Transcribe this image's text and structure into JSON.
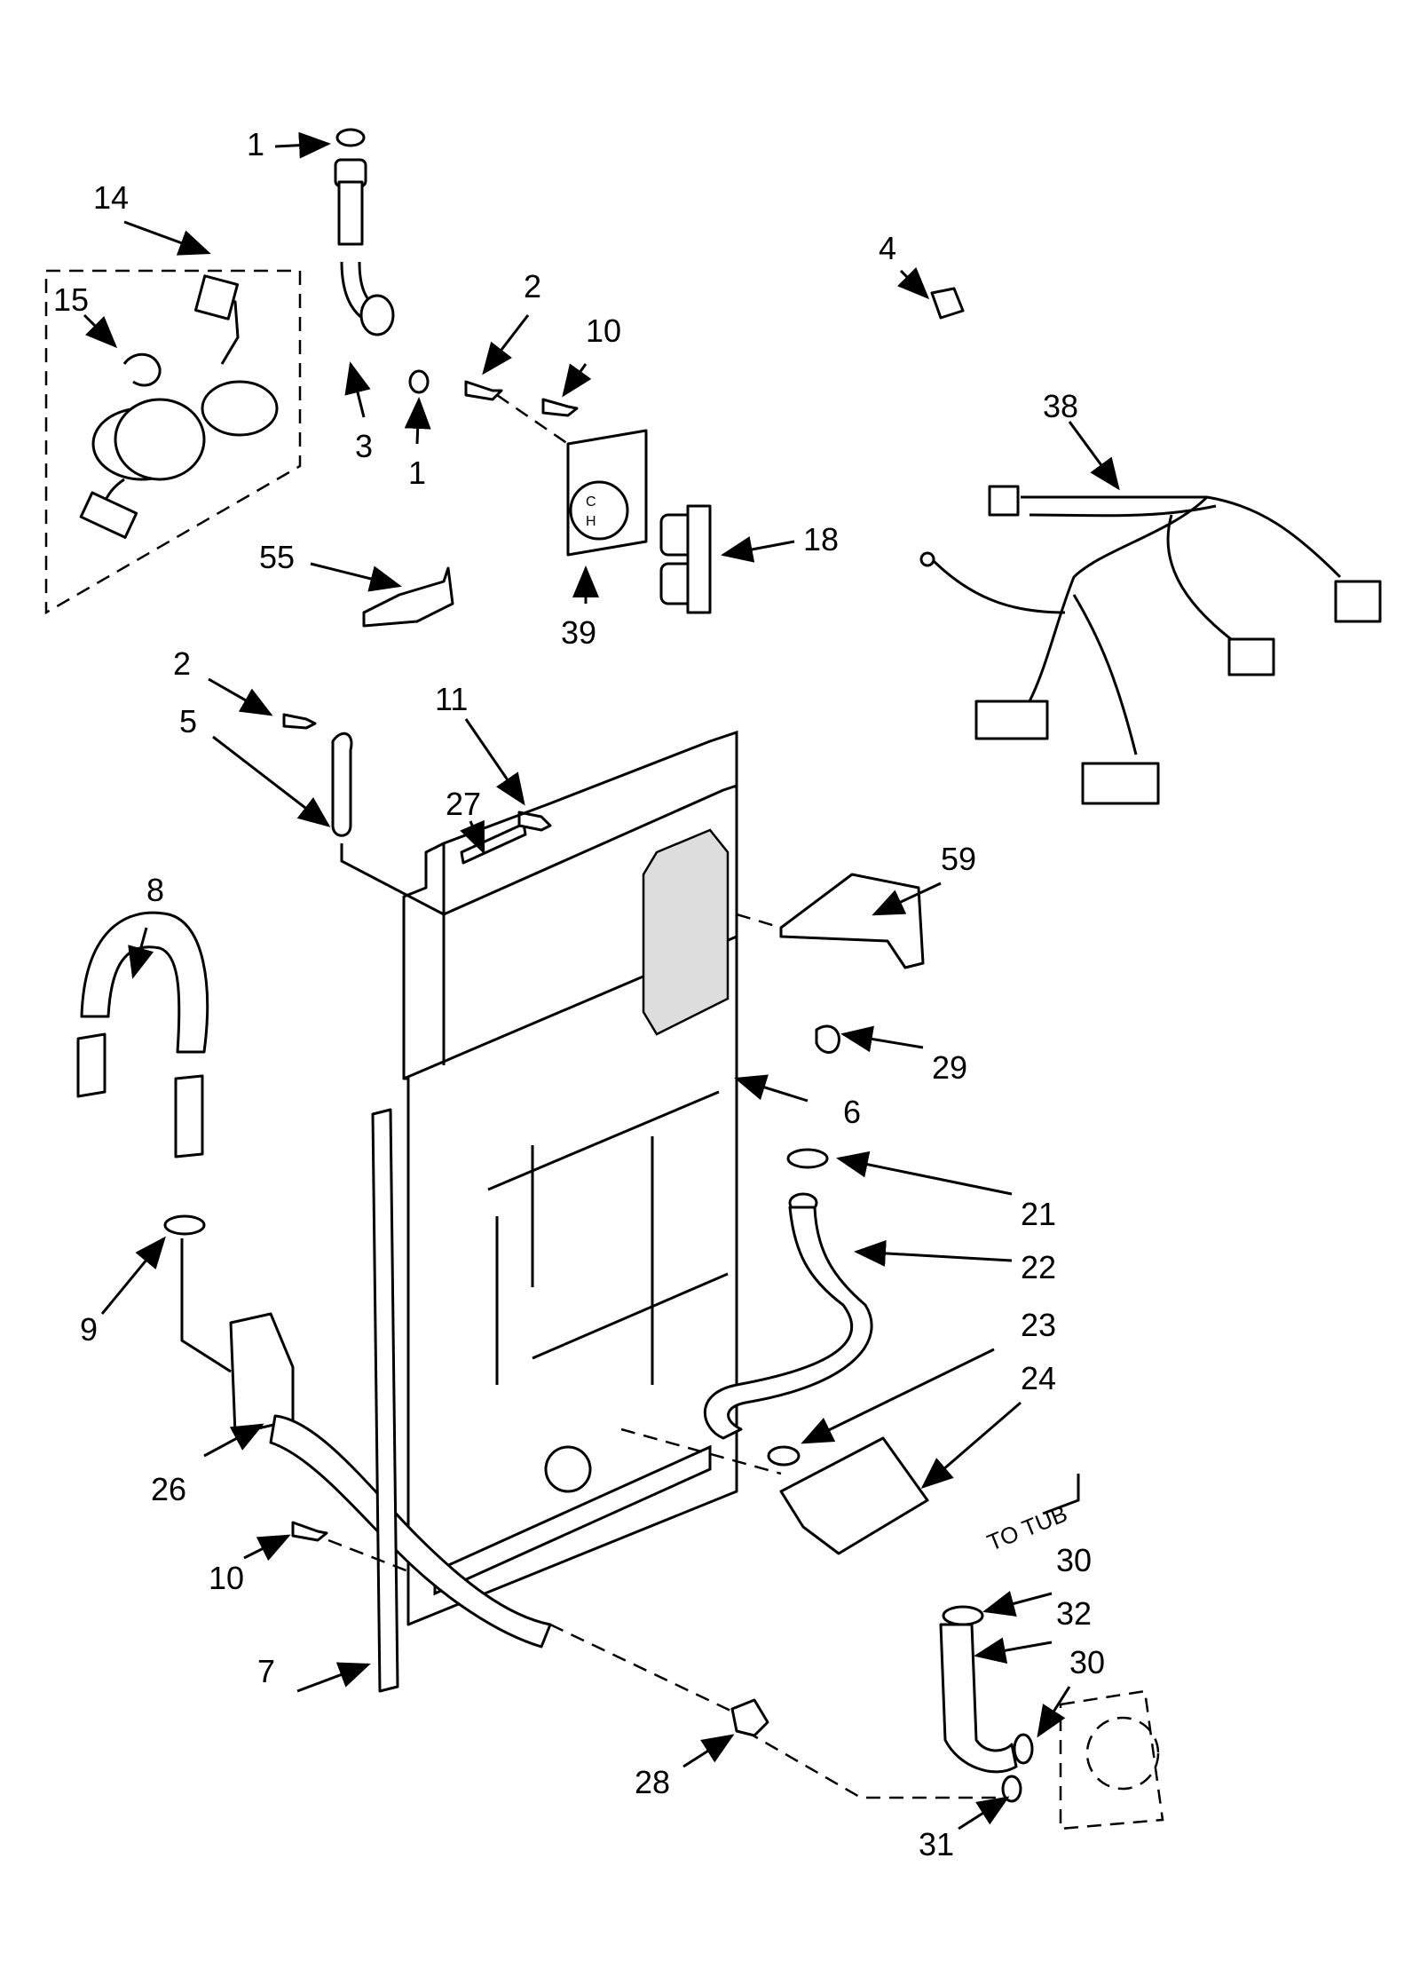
{
  "callouts": {
    "c1a": "1",
    "c14": "14",
    "c15": "15",
    "c2a": "2",
    "c10a": "10",
    "c3": "3",
    "c1b": "1",
    "c4": "4",
    "c38": "38",
    "c18": "18",
    "c55": "55",
    "c39": "39",
    "c2b": "2",
    "c5": "5",
    "c11": "11",
    "c27": "27",
    "c59": "59",
    "c8": "8",
    "c29": "29",
    "c6": "6",
    "c21": "21",
    "c22": "22",
    "c9": "9",
    "c23": "23",
    "c24": "24",
    "c26": "26",
    "c10b": "10",
    "c30a": "30",
    "c32": "32",
    "c7": "7",
    "c30b": "30",
    "c28": "28",
    "c31": "31"
  },
  "annotations": {
    "to_tub": "TO TUB",
    "valve_cold": "C",
    "valve_hot": "H"
  }
}
